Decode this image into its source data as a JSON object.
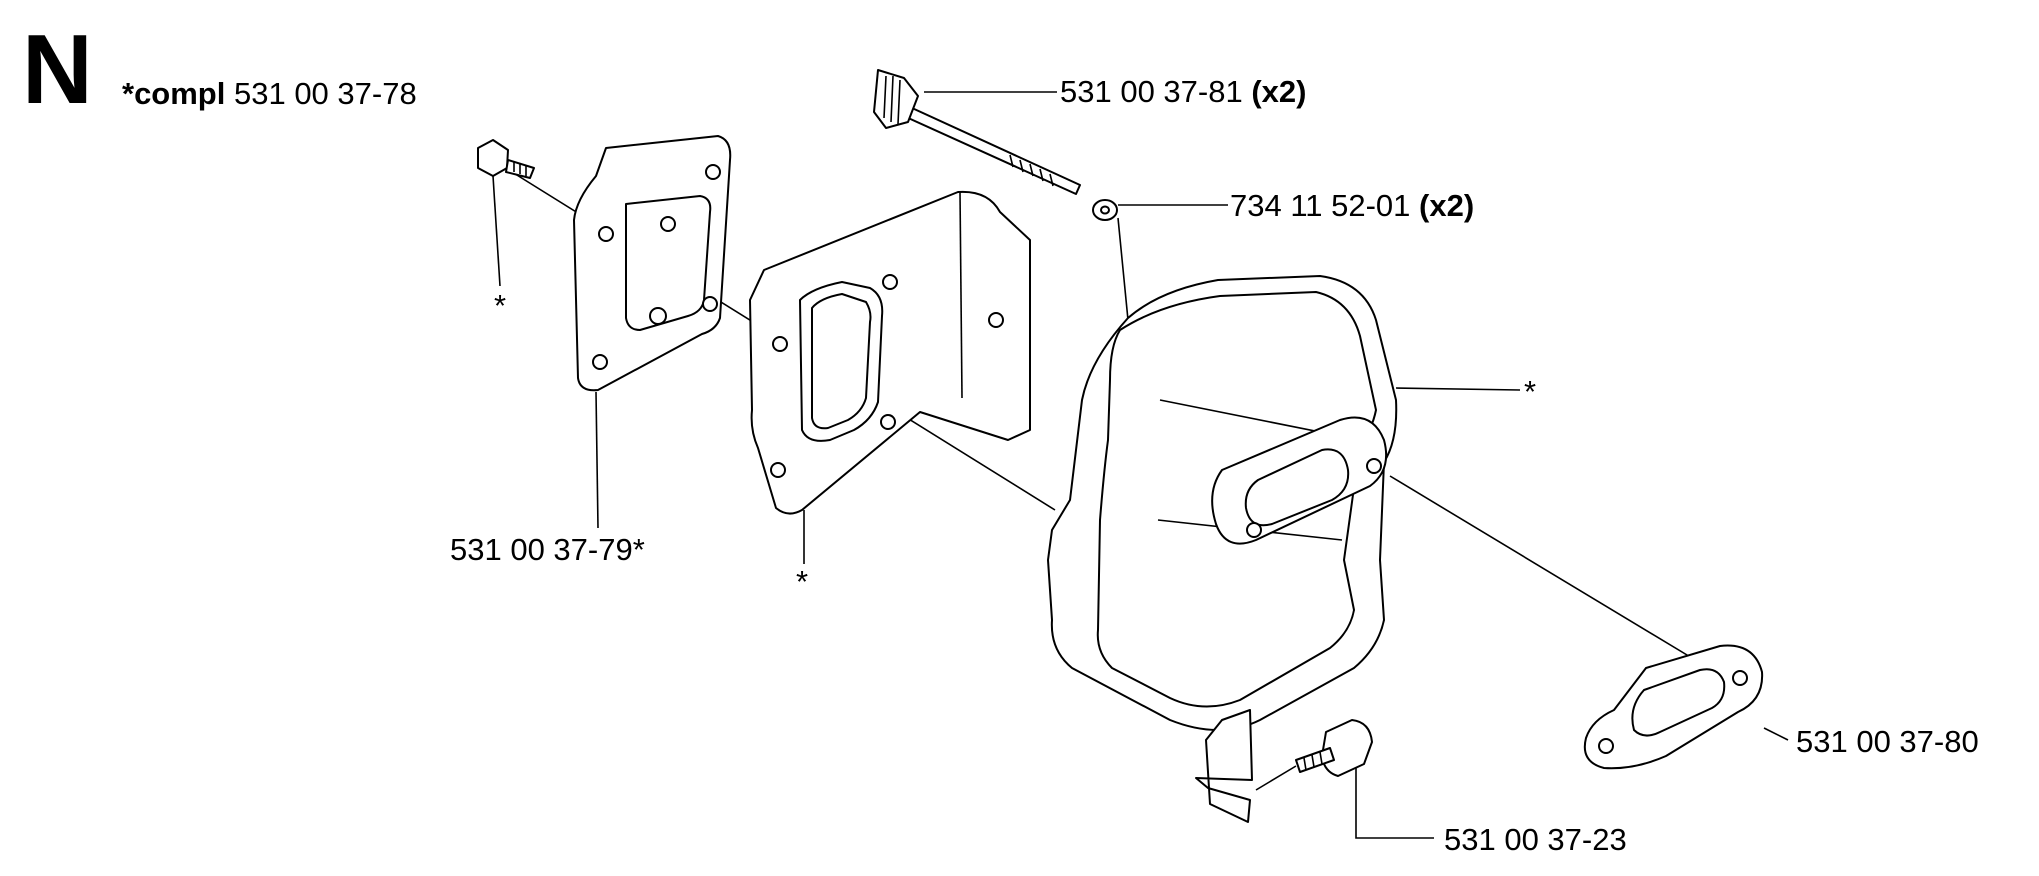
{
  "section": {
    "letter": "N"
  },
  "kit": {
    "marker": "*compl",
    "number": "531 00 37-78"
  },
  "callouts": {
    "screw_long": {
      "number": "531 00 37-81",
      "qty": "(x2)"
    },
    "washer": {
      "number": "734 11 52-01",
      "qty": "(x2)"
    },
    "muffler_star": "*",
    "small_screw_star": "*",
    "cover_plate": "531 00 37-79*",
    "bracket_star": "*",
    "gasket": "531 00 37-80",
    "screw_short": "531 00 37-23"
  }
}
